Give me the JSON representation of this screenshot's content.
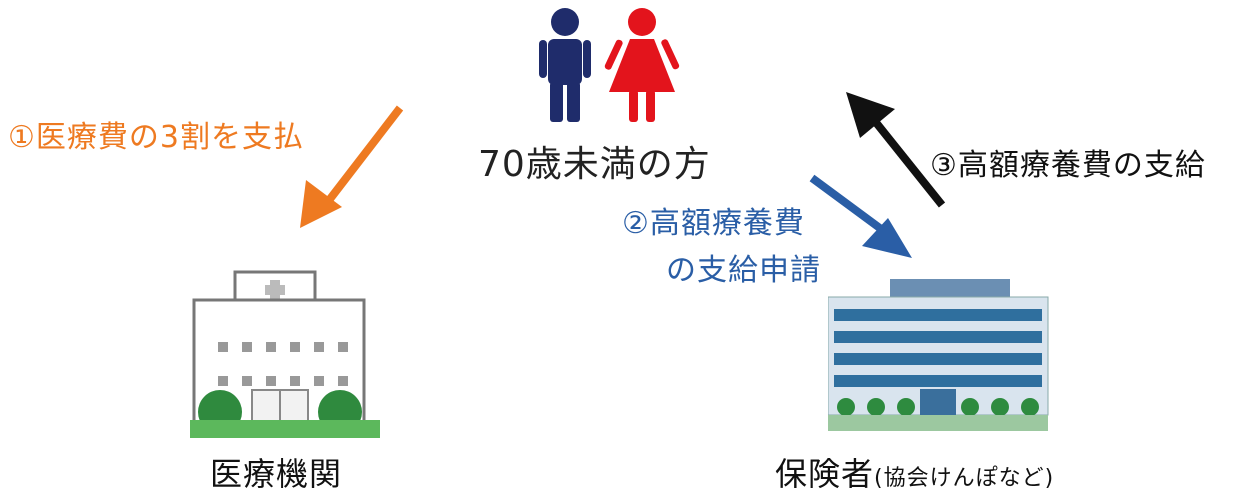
{
  "person": {
    "label": "70歳未満の方",
    "male_color": "#1f2c6b",
    "female_color": "#e3141c"
  },
  "steps": {
    "step1": {
      "label": "①医療費の3割を支払",
      "color": "#ee7a21"
    },
    "step2": {
      "line1": "②高額療養費",
      "line2": "の支給申請",
      "color": "#2a5ea6"
    },
    "step3": {
      "label": "③高額療養費の支給",
      "color": "#111111"
    }
  },
  "hospital": {
    "label": "医療機関"
  },
  "insurer": {
    "label": "保険者",
    "sub": "(協会けんぽなど)"
  }
}
